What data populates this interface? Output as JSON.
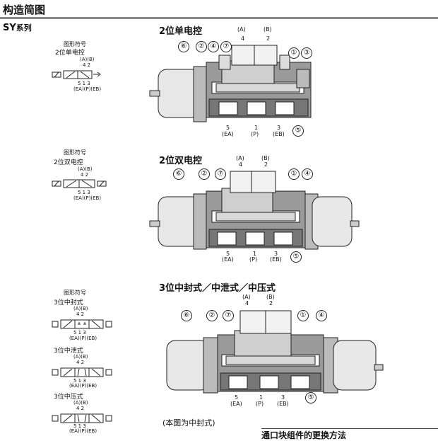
{
  "header": {
    "title": "构造简图",
    "series": "SY",
    "series_suffix": "系列"
  },
  "symbols": [
    {
      "heading": "图形符号",
      "type": "2位单电控",
      "ports_top": "(A)(B)",
      "nums_top": "4 2",
      "nums_bottom": "5 1 3",
      "ports_bottom": "(EA)(P)(EB)"
    },
    {
      "heading": "图形符号",
      "type": "2位双电控",
      "ports_top": "(A)(B)",
      "nums_top": "4 2",
      "nums_bottom": "5 1 3",
      "ports_bottom": "(EA)(P)(EB)"
    },
    {
      "heading": "图形符号",
      "type": "3位中封式",
      "ports_top": "(A)(B)",
      "nums_top": "4 2",
      "nums_bottom": "5 1 3",
      "ports_bottom": "(EA)(P)(EB)"
    },
    {
      "type": "3位中泄式",
      "ports_top": "(A)(B)",
      "nums_top": "4 2",
      "nums_bottom": "5 1 3",
      "ports_bottom": "(EA)(P)(EB)"
    },
    {
      "type": "3位中压式",
      "ports_top": "(A)(B)",
      "nums_top": "4 2",
      "nums_bottom": "5 1 3",
      "ports_bottom": "(EA)(P)(EB)"
    }
  ],
  "sections": [
    {
      "title": "2位单电控",
      "port_a_label": "(A)",
      "port_a_num": "4",
      "port_b_label": "(B)",
      "port_b_num": "2",
      "port_ea_num": "5",
      "port_ea_label": "(EA)",
      "port_p_num": "1",
      "port_p_label": "(P)",
      "port_eb_num": "3",
      "port_eb_label": "(EB)",
      "callouts": [
        "⑥",
        "②",
        "④",
        "⑦",
        "①",
        "③",
        "⑤"
      ]
    },
    {
      "title": "2位双电控",
      "port_a_label": "(A)",
      "port_a_num": "4",
      "port_b_label": "(B)",
      "port_b_num": "2",
      "port_ea_num": "5",
      "port_ea_label": "(EA)",
      "port_p_num": "1",
      "port_p_label": "(P)",
      "port_eb_num": "3",
      "port_eb_label": "(EB)",
      "callouts": [
        "⑥",
        "②",
        "⑦",
        "①",
        "④",
        "⑤"
      ]
    },
    {
      "title": "3位中封式／中泄式／中压式",
      "port_a_label": "(A)",
      "port_a_num": "4",
      "port_b_label": "(B)",
      "port_b_num": "2",
      "port_ea_num": "5",
      "port_ea_label": "(EA)",
      "port_p_num": "1",
      "port_p_label": "(P)",
      "port_eb_num": "3",
      "port_eb_label": "(EB)",
      "callouts": [
        "⑥",
        "②",
        "⑦",
        "①",
        "④",
        "⑤"
      ]
    }
  ],
  "note": "(本图为中封式)",
  "partial_heading": "通口块组件的更换方法"
}
